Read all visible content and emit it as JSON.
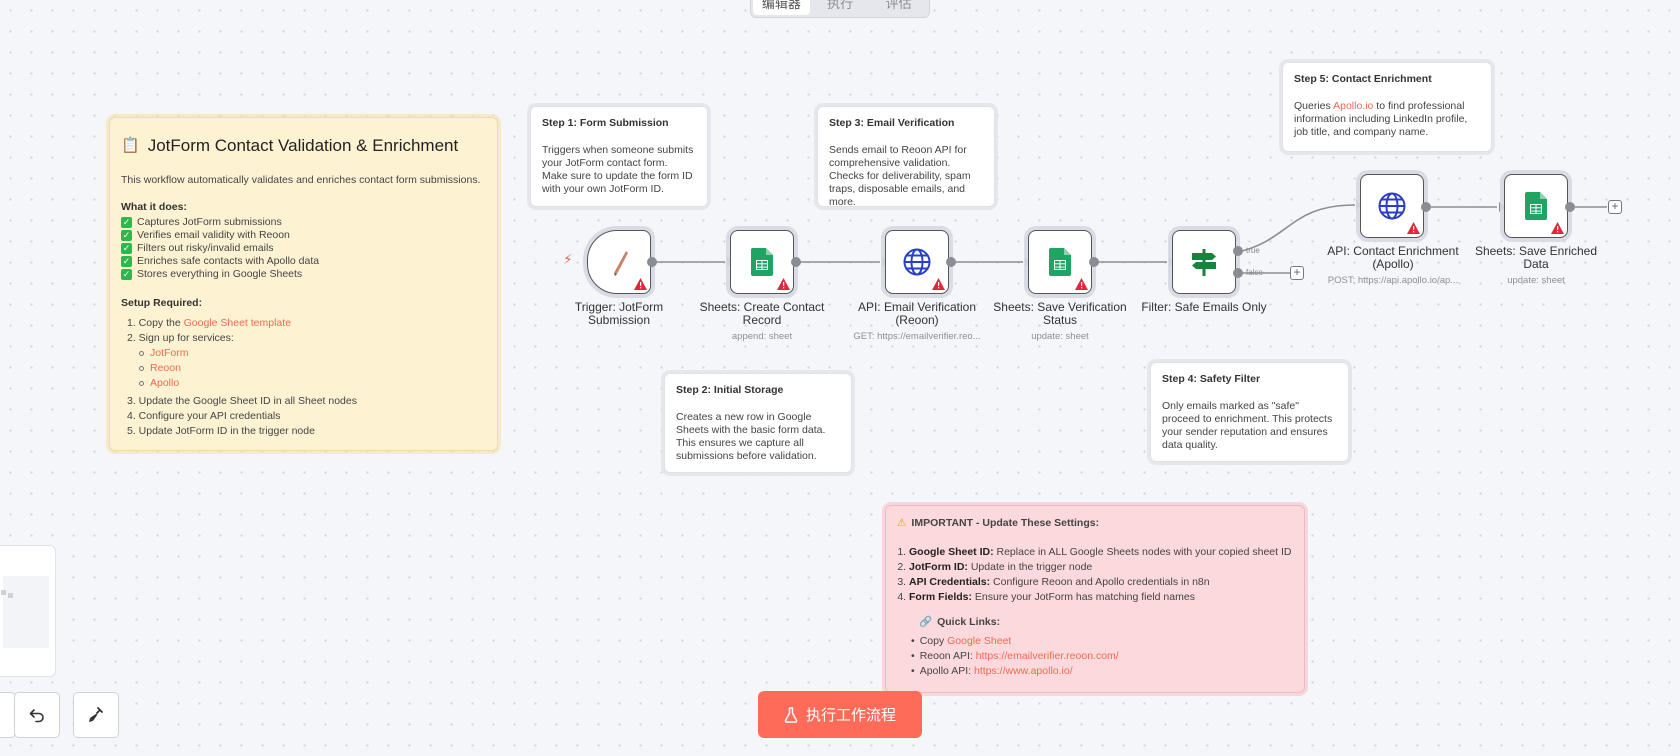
{
  "tabs": [
    "编辑器",
    "执行",
    "评估"
  ],
  "main_note": {
    "emoji": "📋",
    "title": "JotForm Contact Validation & Enrichment",
    "intro": "This workflow automatically validates and enriches contact form submissions.",
    "what_title": "What it does:",
    "features": [
      "Captures JotForm submissions",
      "Verifies email validity with Reoon",
      "Filters out risky/invalid emails",
      "Enriches safe contacts with Apollo data",
      "Stores everything in Google Sheets"
    ],
    "setup_title": "Setup Required:",
    "setup_1_prefix": "1. Copy the ",
    "setup_1_link": "Google Sheet template",
    "setup_2": "2. Sign up for services:",
    "services": [
      "JotForm",
      "Reoon",
      "Apollo"
    ],
    "setup_3": "3. Update the Google Sheet ID in all Sheet nodes",
    "setup_4": "4. Configure your API credentials",
    "setup_5": "5. Update JotForm ID in the trigger node"
  },
  "step1": {
    "title": "Step 1: Form Submission",
    "body": "Triggers when someone submits your JotForm contact form. Make sure to update the form ID with your own JotForm ID."
  },
  "step2": {
    "title": "Step 2: Initial Storage",
    "body": "Creates a new row in Google Sheets with the basic form data. This ensures we capture all submissions before validation."
  },
  "step3": {
    "title": "Step 3: Email Verification",
    "body": "Sends email to Reoon API for comprehensive validation. Checks for deliverability, spam traps, disposable emails, and more."
  },
  "step4": {
    "title": "Step 4: Safety Filter",
    "body": "Only emails marked as \"safe\" proceed to enrichment. This protects your sender reputation and ensures data quality."
  },
  "step5": {
    "title": "Step 5: Contact Enrichment",
    "body_prefix": "Queries ",
    "body_link": "Apollo.io",
    "body_suffix": " to find professional information including LinkedIn profile, job title, and company name."
  },
  "important": {
    "title": "IMPORTANT - Update These Settings:",
    "items": [
      {
        "label": "Google Sheet ID:",
        "text": " Replace in ALL Google Sheets nodes with your copied sheet ID"
      },
      {
        "label": "JotForm ID:",
        "text": " Update in the trigger node"
      },
      {
        "label": "API Credentials:",
        "text": " Configure Reoon and Apollo credentials in n8n"
      },
      {
        "label": "Form Fields:",
        "text": " Ensure your JotForm has matching field names"
      }
    ],
    "quick_links": "Quick Links:",
    "link1_prefix": "Copy ",
    "link1": "Google Sheet",
    "link2_prefix": "Reoon API: ",
    "link2": "https://emailverifier.reoon.com/",
    "link3_prefix": "Apollo API: ",
    "link3": "https://www.apollo.io/"
  },
  "nodes": [
    {
      "label": "Trigger: JotForm Submission",
      "sub": ""
    },
    {
      "label": "Sheets: Create Contact Record",
      "sub": "append: sheet"
    },
    {
      "label": "API: Email Verification (Reoon)",
      "sub": "GET: https://emailverifier.reo..."
    },
    {
      "label": "Sheets: Save Verification Status",
      "sub": "update: sheet"
    },
    {
      "label": "Filter: Safe Emails Only",
      "sub": ""
    },
    {
      "label": "API: Contact Enrichment (Apollo)",
      "sub": "POST: https://api.apollo.io/ap..."
    },
    {
      "label": "Sheets: Save Enriched Data",
      "sub": "update: sheet"
    }
  ],
  "edge_labels": {
    "true": "true",
    "false": "false"
  },
  "run_button": "执行工作流程",
  "colors": {
    "accent": "#fe6b58",
    "sheets_green": "#1fa463",
    "globe_blue": "#2a3fc4",
    "filter_green": "#16843c",
    "warning_red": "#e0283a"
  }
}
